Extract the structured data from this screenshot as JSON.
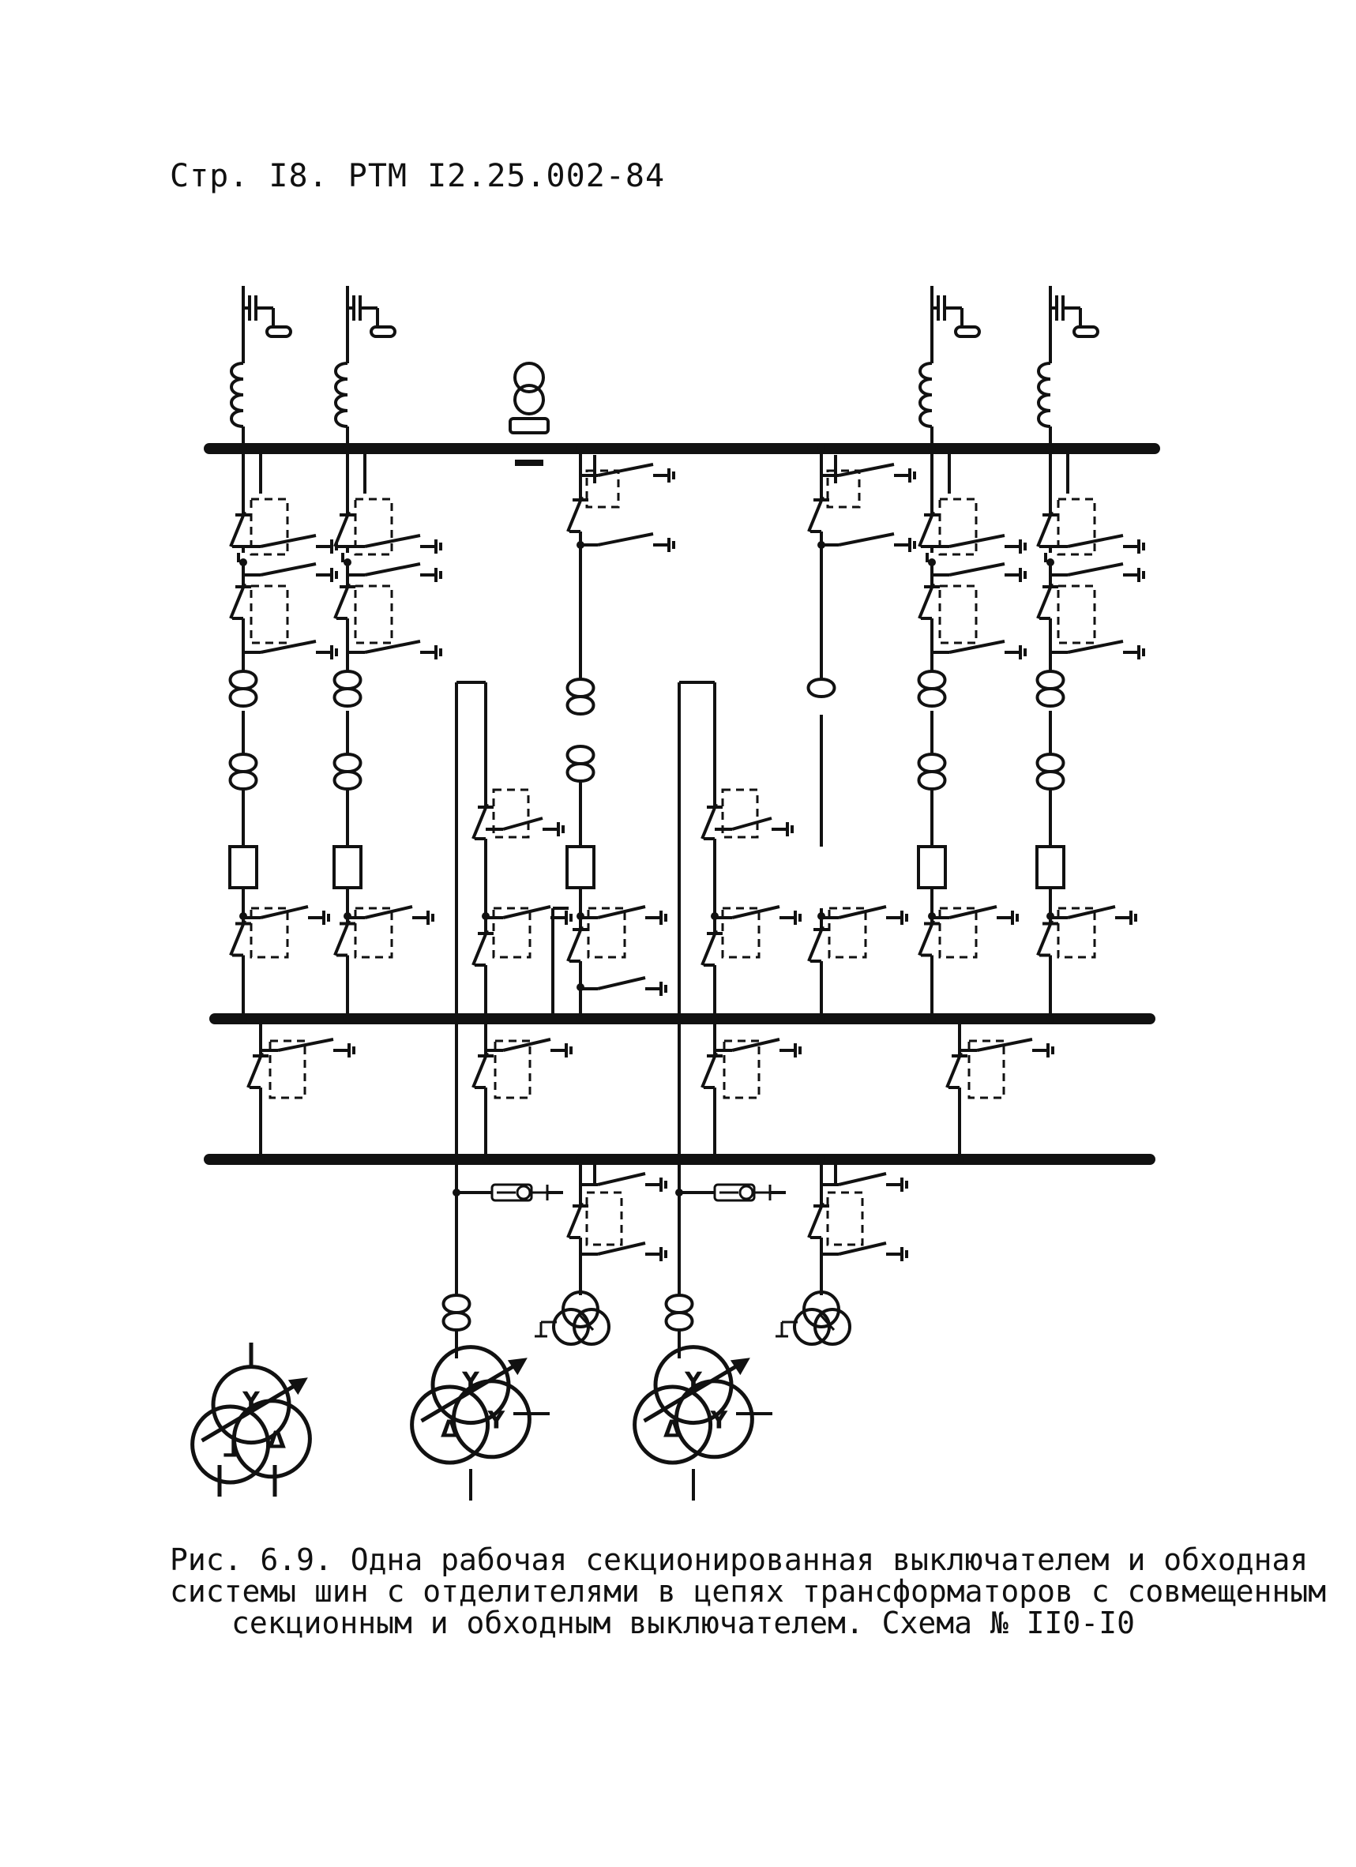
{
  "header": "Стр. I8. РТМ I2.25.002-84",
  "caption": [
    "Рис. 6.9. Одна рабочая секционированная  выключателем и обходная",
    "системы шин с отделителями в цепях трансформаторов с совмещенным",
    "секционным и обходным выключателем. Схема № II0-I0"
  ],
  "symbols": {
    "wye": "Y",
    "delta": "Δ",
    "reactor": "⅃"
  }
}
